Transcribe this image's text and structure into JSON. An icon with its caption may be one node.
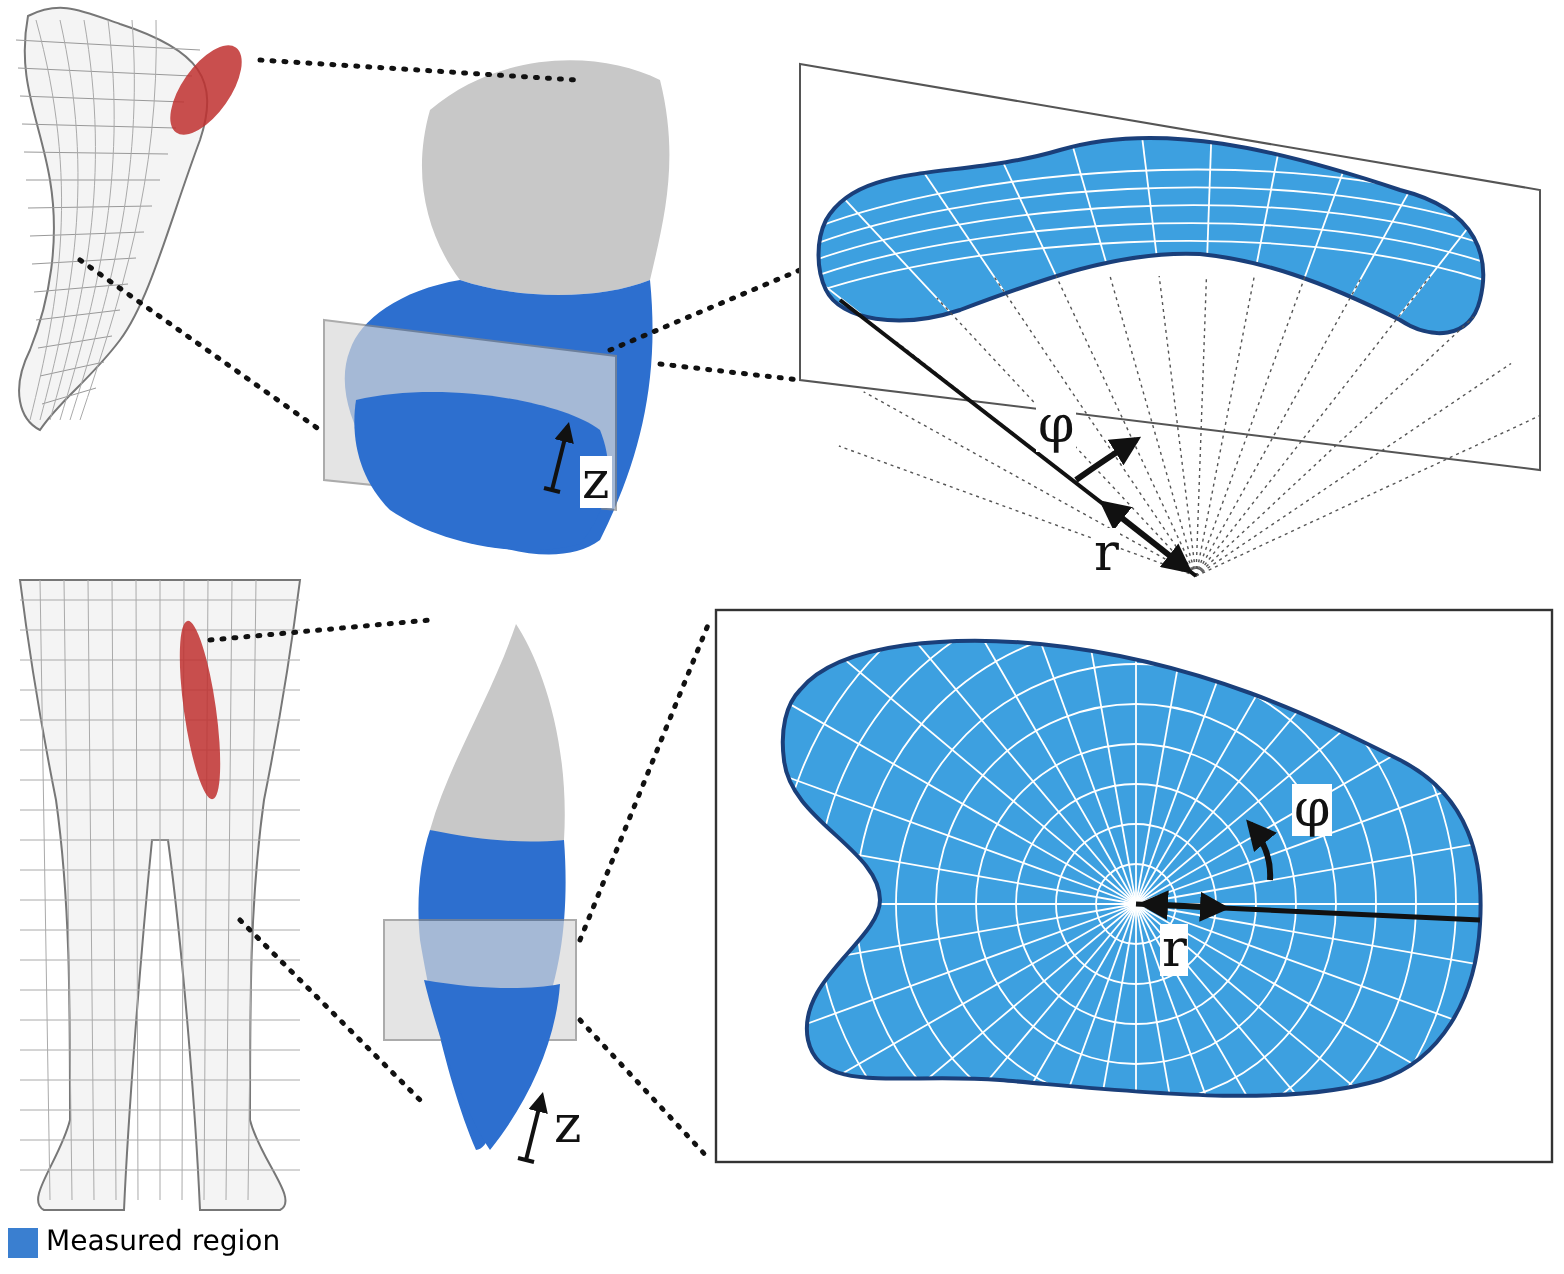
{
  "diagram": {
    "labels": [
      "φ",
      "r",
      "z",
      "φ",
      "r",
      "z"
    ],
    "legend": [
      {
        "text": "Measured region",
        "color": "#3a7fd0"
      }
    ]
  }
}
